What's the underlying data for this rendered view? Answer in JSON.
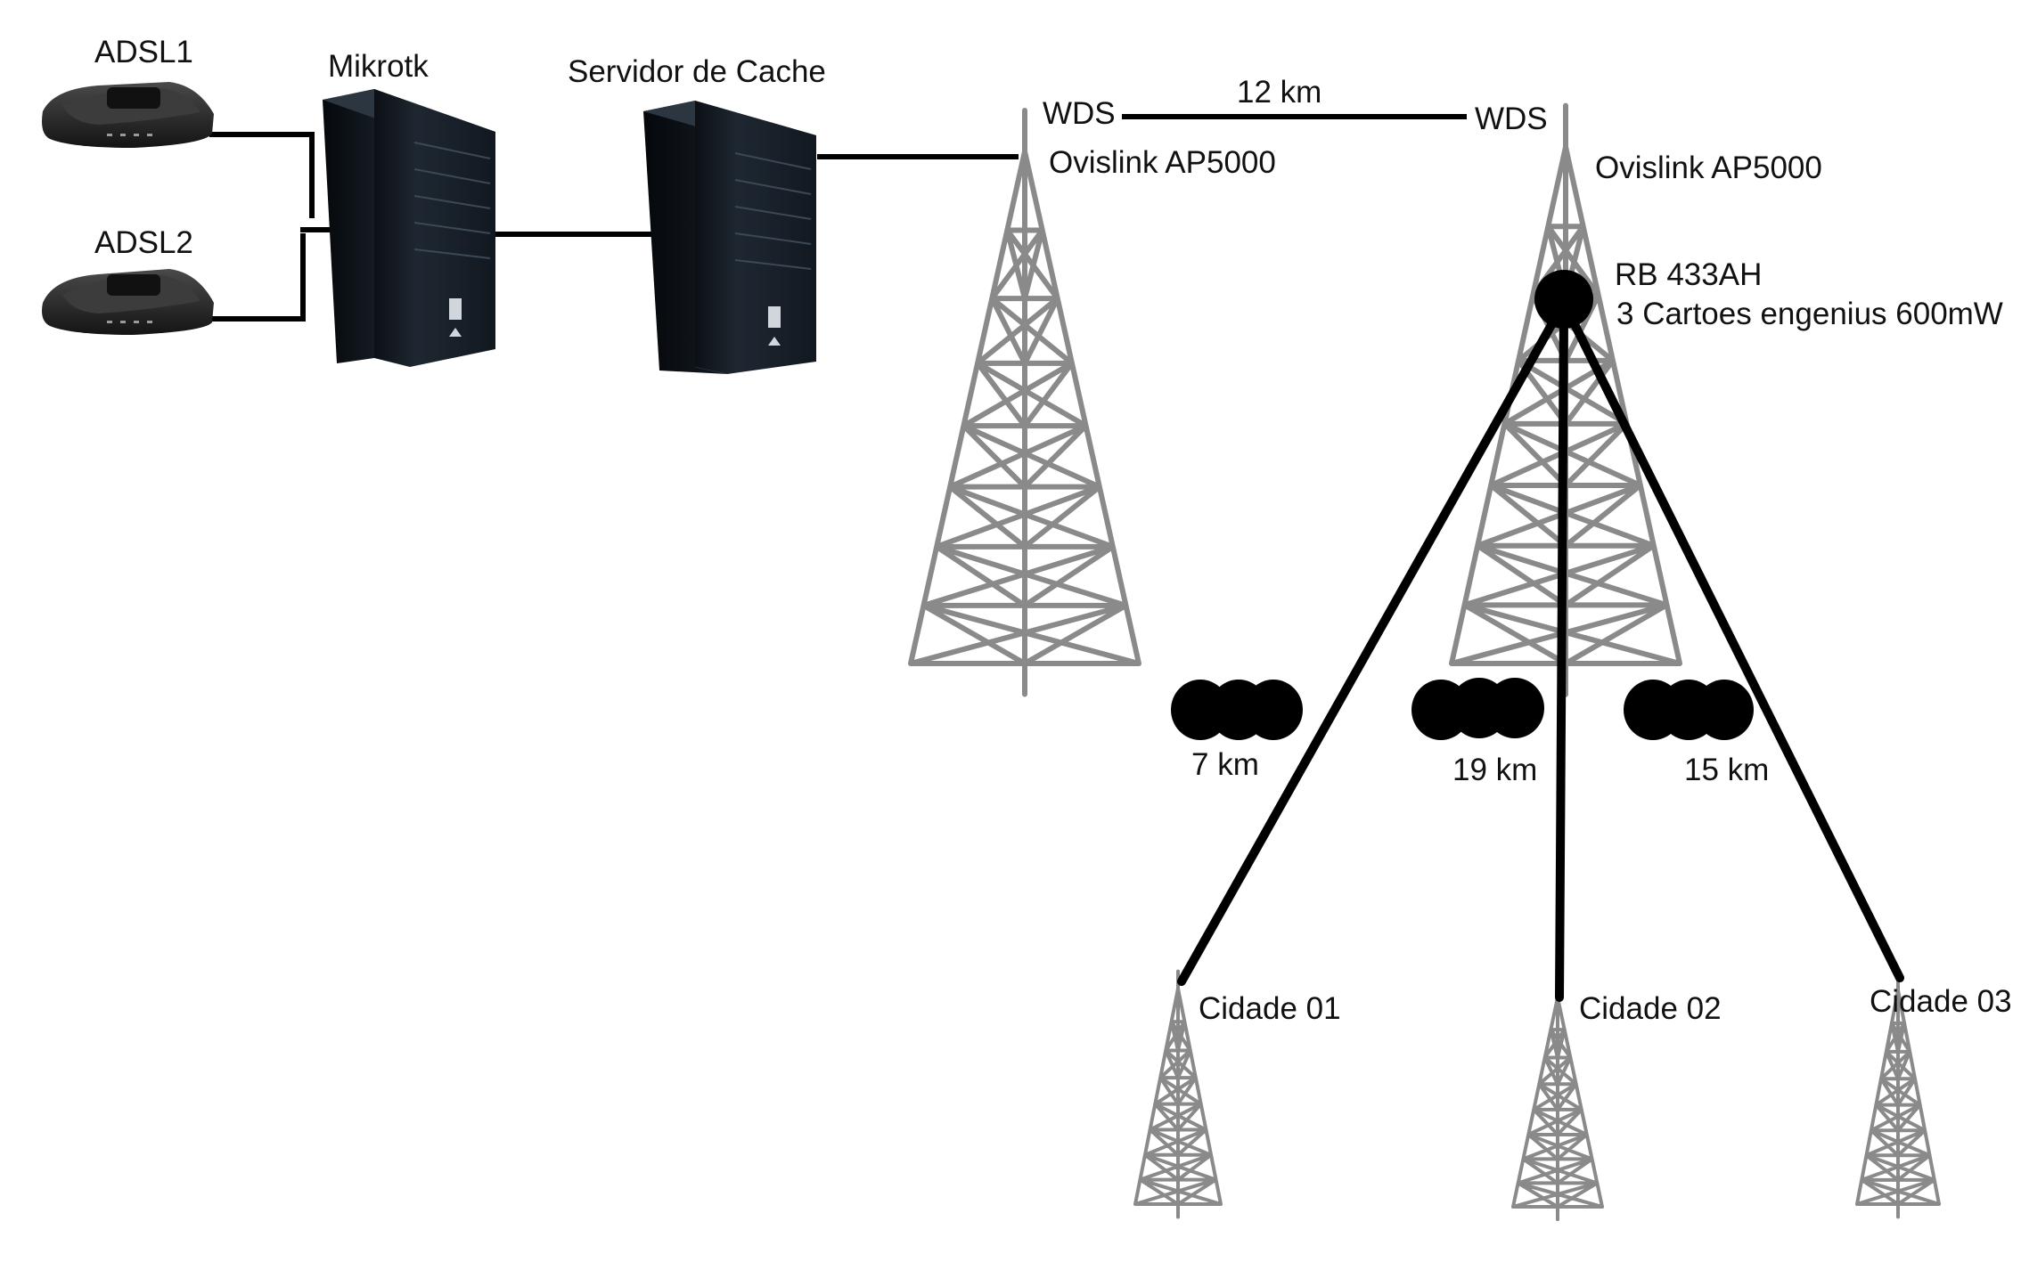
{
  "devices": {
    "adsl1": {
      "label": "ADSL1"
    },
    "adsl2": {
      "label": "ADSL2"
    },
    "mikrotik": {
      "label": "Mikrotk"
    },
    "cache_server": {
      "label": "Servidor de Cache"
    }
  },
  "towers": {
    "main": {
      "wds_label": "WDS",
      "ap_label": "Ovislink AP5000"
    },
    "relay": {
      "wds_label": "WDS",
      "ap_label": "Ovislink AP5000",
      "router_label": "RB 433AH",
      "cards_label": "3 Cartoes engenius 600mW"
    }
  },
  "links": {
    "wds_distance": "12 km",
    "city_links": [
      {
        "distance": "7 km",
        "city": "Cidade 01"
      },
      {
        "distance": "19 km",
        "city": "Cidade 02"
      },
      {
        "distance": "15 km",
        "city": "Cidade 03"
      }
    ]
  },
  "colors": {
    "line": "#000000",
    "tower": "#8a8a8a",
    "device_body": "#1c232b",
    "router_body": "#2a2a2a"
  }
}
